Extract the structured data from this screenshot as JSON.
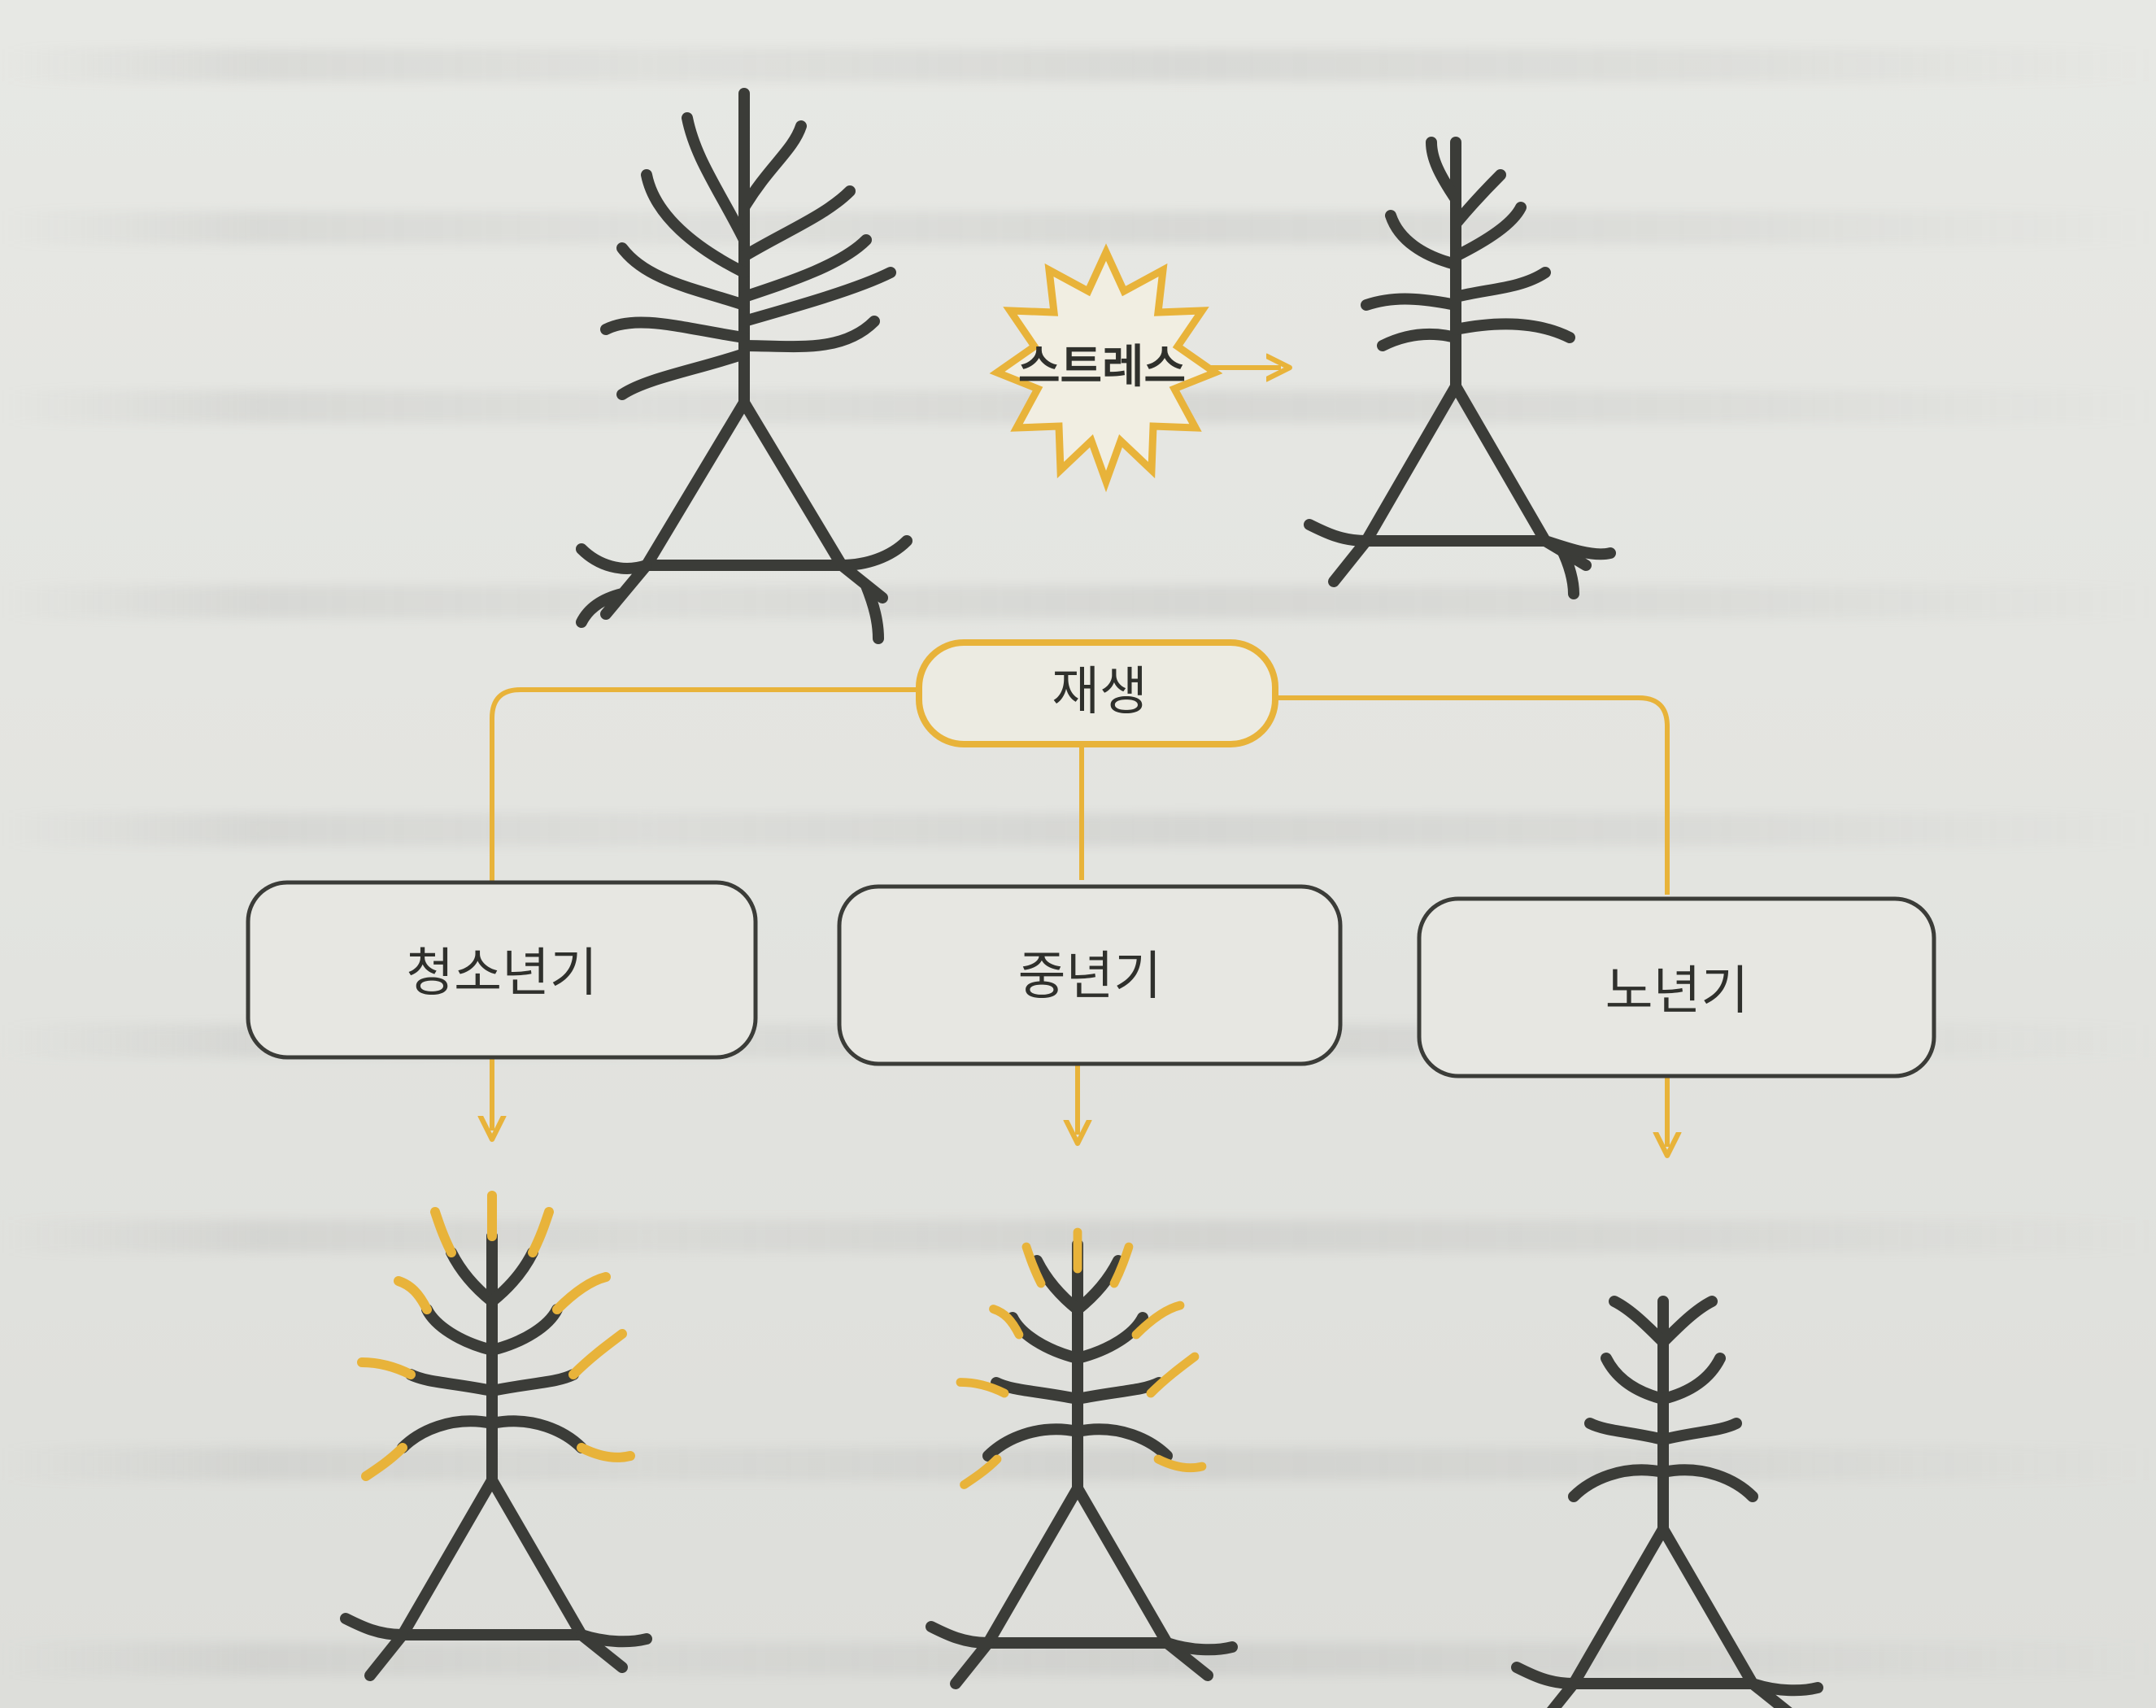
{
  "diagram": {
    "stress_label": "스트레스",
    "regen_label": "재생",
    "stages": [
      {
        "label": "청소년기"
      },
      {
        "label": "중년기"
      },
      {
        "label": "노년기"
      }
    ]
  },
  "colors": {
    "accent": "#e8b33a",
    "neuron": "#3b3c38",
    "box_stroke": "#3b3c38",
    "background": "#e6e7e3"
  },
  "icons": [
    "neuron-icon",
    "starburst-icon",
    "arrow-right-icon",
    "arrow-down-icon"
  ]
}
